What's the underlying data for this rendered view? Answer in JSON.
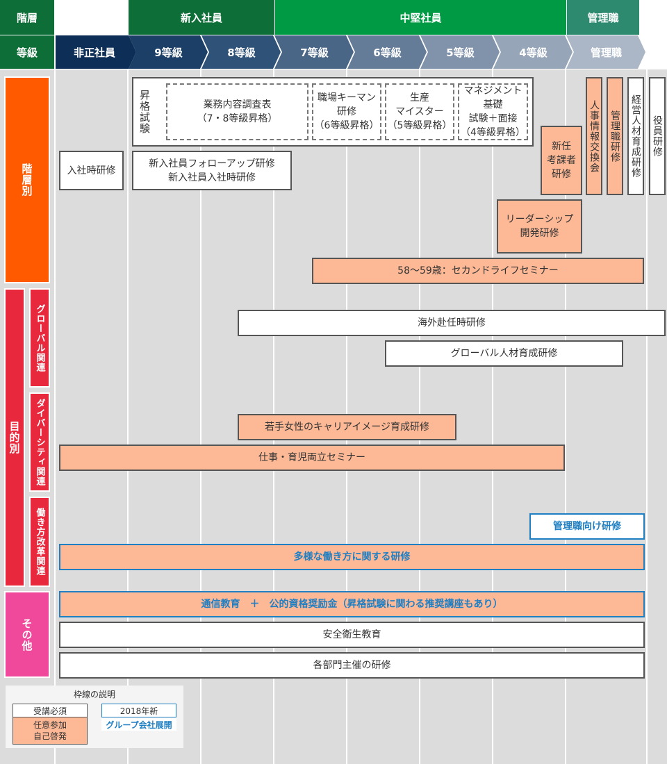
{
  "colors": {
    "green_dark": "#0e6e37",
    "green": "#009944",
    "teal": "#2e8a6e",
    "navy": "#0d2f57",
    "orange": "#ff5a00",
    "red": "#e8283c",
    "pink": "#f0489a",
    "salmon": "#fdb896",
    "blue": "#1f7fc3",
    "grey_bg": "#dcdcdc"
  },
  "header": {
    "kaisou_label": "階層",
    "tokyu_label": "等級",
    "groups": [
      "新入社員",
      "中堅社員",
      "管理職"
    ],
    "grades": [
      "非正社員",
      "9等級",
      "8等級",
      "7等級",
      "6等級",
      "5等級",
      "4等級",
      "管理職"
    ]
  },
  "side": {
    "kaisou_betsu": "階層別",
    "mokuteki_betsu": "目的別",
    "global": "グローバル関連",
    "diversity": "ダイバーシティ関連",
    "hatarakikata": "働き方改革関連",
    "sonota": "その他"
  },
  "promo": {
    "label": "昇格試験",
    "items": [
      "業務内容調査表\n（7・8等級昇格）",
      "職場キーマン\n研修\n（6等級昇格）",
      "生産\nマイスター\n（5等級昇格）",
      "マネジメント\n基礎\n試験＋面接\n（4等級昇格）"
    ]
  },
  "trainings": {
    "nyusha": "入社時研修",
    "followup": "新入社員フォローアップ研修\n新入社員入社時研修",
    "shinnin": "新任\n考課者\n研修",
    "leader": "リーダーシップ\n開発研修",
    "second_life": "58〜59歳：セカンドライフセミナー",
    "jinji": "人事情報交換会",
    "kanrishoku": "管理職研修",
    "keiei": "経営人材育成研修",
    "yakuin": "役員研修",
    "kaigai": "海外赴任時研修",
    "global_jinzai": "グローバル人材育成研修",
    "wakate": "若手女性のキャリアイメージ育成研修",
    "ikuji": "仕事・育児両立セミナー",
    "kanri_muke": "管理職向け研修",
    "tayou": "多様な働き方に関する研修",
    "tsushin": "通信教育　＋　公的資格奨励金（昇格試験に関わる推奨講座もあり）",
    "anzen": "安全衛生教育",
    "kakubumon": "各部門主催の研修"
  },
  "legend": {
    "title": "枠線の説明",
    "required": "受講必須",
    "optional": "任意参加\n自己啓発",
    "new2018": "2018年新",
    "group": "グループ会社展開"
  }
}
